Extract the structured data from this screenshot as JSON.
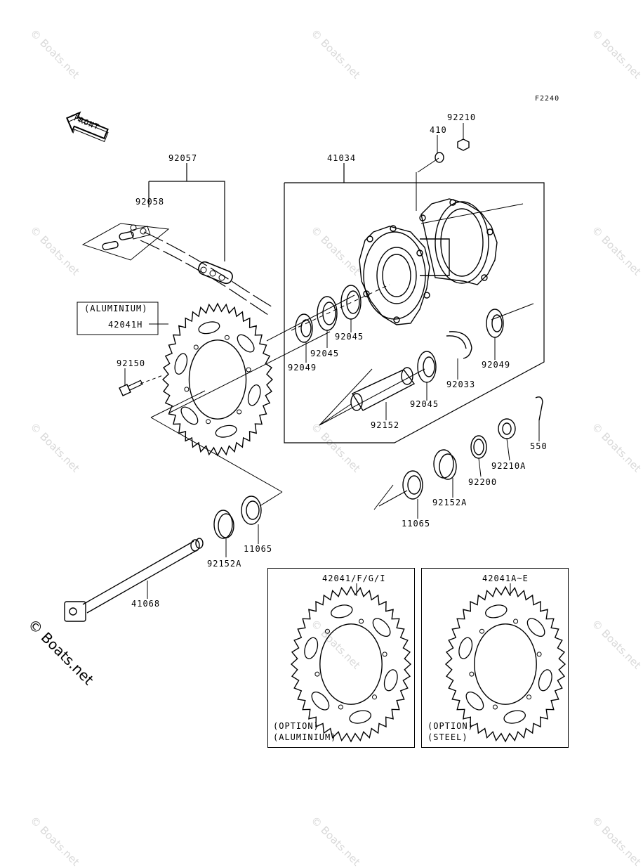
{
  "figure_code": "F2240",
  "front_label": "FRONT",
  "watermark": "© Boats.net",
  "labels": {
    "p92210": "92210",
    "p410": "410",
    "p41034": "41034",
    "p92057": "92057",
    "p92058": "92058",
    "aluminium_tag": "(ALUMINIUM)",
    "p42041H": "42041H",
    "p92150": "92150",
    "p92045a": "92045",
    "p92045b": "92045",
    "p92049a": "92049",
    "p92049b": "92049",
    "p92033": "92033",
    "p92045c": "92045",
    "p92152": "92152",
    "p550": "550",
    "p92210A": "92210A",
    "p92200": "92200",
    "p92152Aa": "92152A",
    "p11065a": "11065",
    "p11065b": "11065",
    "p92152Ab": "92152A",
    "p41068": "41068"
  },
  "insets": [
    {
      "part": "42041/F/G/I",
      "line1": "(OPTION)",
      "line2": "(ALUMINIUM)"
    },
    {
      "part": "42041A~E",
      "line1": "(OPTION)",
      "line2": "(STEEL)"
    }
  ]
}
